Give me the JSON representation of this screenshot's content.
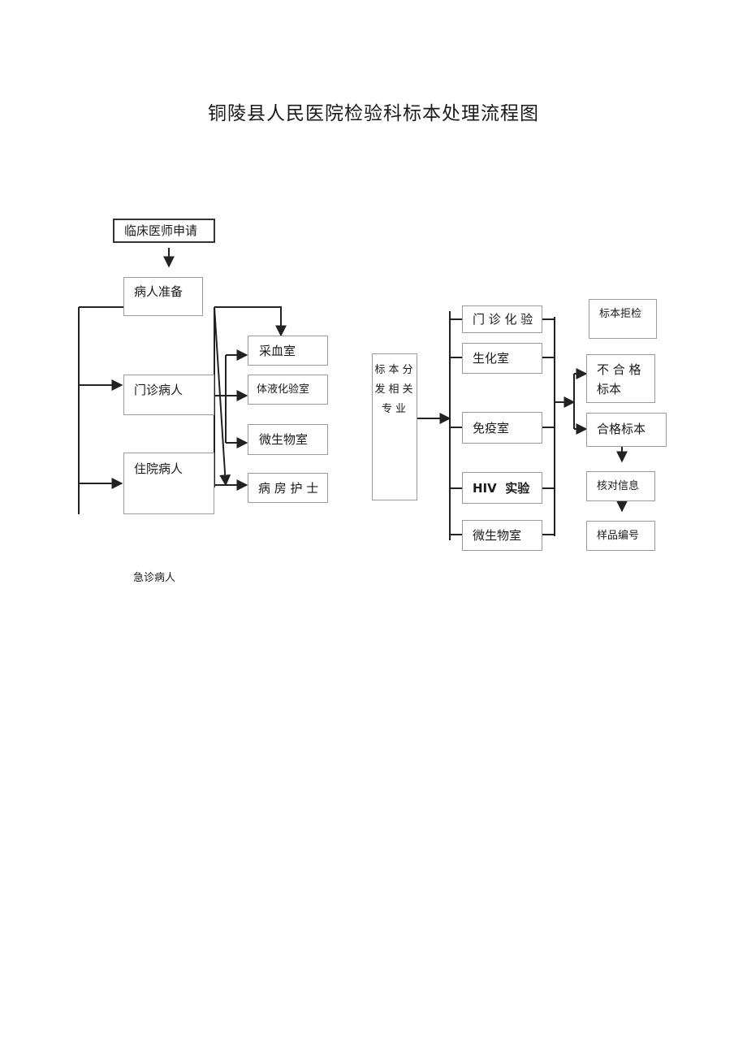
{
  "title": "铜陵县人民医院检验科标本处理流程图",
  "left_flow": {
    "clinician_request": "临床医师申请",
    "patient_prep": "病人准备",
    "outpatient": "门诊病人",
    "inpatient": "住院病人",
    "emergency": "急诊病人"
  },
  "collection_points": {
    "blood_room": "采血室",
    "body_fluid_lab": "体液化验室",
    "microbiology_room": "微生物室",
    "ward_nurse": "病 房 护 士"
  },
  "distribution": {
    "label": "标本分发相关专业"
  },
  "labs": {
    "outpatient_lab": "门 诊 化 验",
    "biochemistry": "生化室",
    "immunology": "免疫室",
    "hiv_lab": "HIV  实验",
    "microbiology": "微生物室"
  },
  "outcomes": {
    "rejection": "标本拒检",
    "unqualified_line1": "不 合 格",
    "unqualified_line2": "标本",
    "qualified": "合格标本",
    "verify_info": "核对信息",
    "sample_numbering": "样品编号"
  }
}
